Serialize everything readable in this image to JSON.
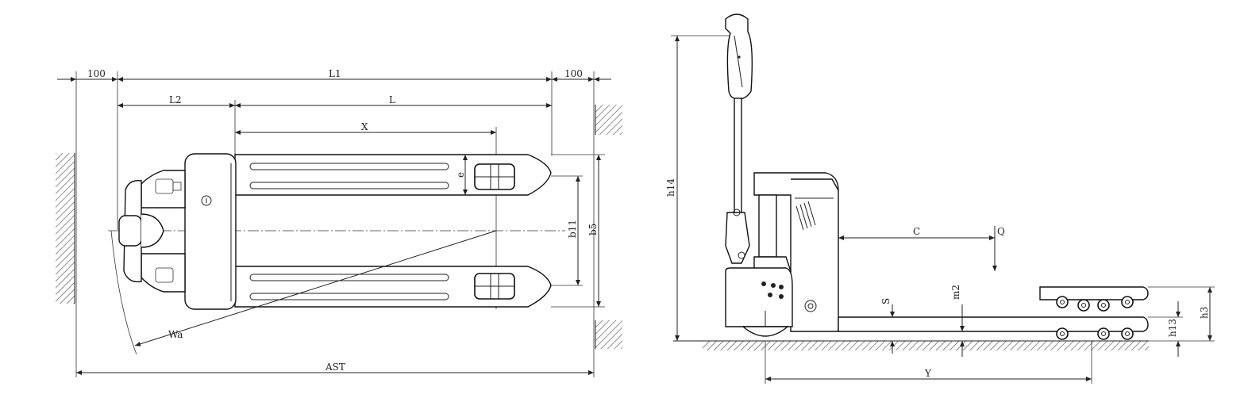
{
  "top_view": {
    "labels": {
      "dim_100_left": "100",
      "dim_l1": "L1",
      "dim_100_right": "100",
      "dim_l2": "L2",
      "dim_l": "L",
      "dim_x": "X",
      "dim_e": "e",
      "dim_b11": "b11",
      "dim_b5": "b5",
      "dim_wa": "Wa",
      "dim_ast": "AST"
    }
  },
  "side_view": {
    "labels": {
      "dim_h14": "h14",
      "dim_c": "C",
      "dim_q": "Q",
      "dim_s": "S",
      "dim_m2": "m2",
      "dim_h3": "h3",
      "dim_h13": "h13",
      "dim_y": "Y"
    }
  }
}
